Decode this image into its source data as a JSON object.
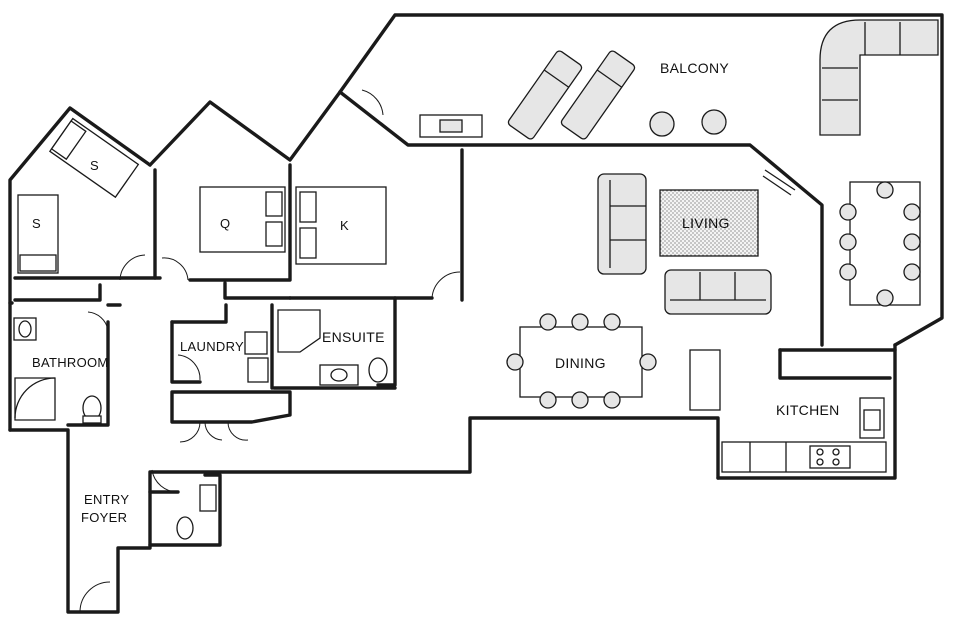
{
  "rooms": {
    "balcony": "BALCONY",
    "living": "LIVING",
    "dining": "DINING",
    "kitchen": "KITCHEN",
    "ensuite": "ENSUITE",
    "laundry": "LAUNDRY",
    "bathroom": "BATHROOM",
    "entry_line1": "ENTRY",
    "entry_line2": "FOYER"
  },
  "beds": {
    "single_top": "S",
    "single_left": "S",
    "queen": "Q",
    "king": "K"
  }
}
